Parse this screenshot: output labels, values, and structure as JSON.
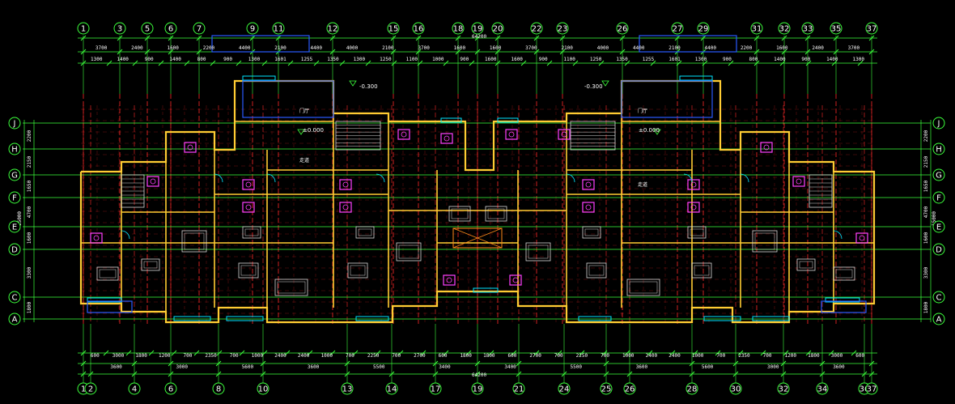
{
  "colors": {
    "background": "#000000",
    "axis_line": "#ff2a2a",
    "dimension_line": "#3cff3c",
    "wall": "#ffcc33",
    "window": "#00e5ff",
    "furniture": "#d8d8d8",
    "sanitary": "#ff40ff",
    "balcony": "#2a5bff",
    "bubble": "#3cff3c",
    "text": "#ffffff"
  },
  "grid": {
    "top_axes": [
      "1",
      "3",
      "5",
      "6",
      "7",
      "9",
      "11",
      "12",
      "15",
      "16",
      "18",
      "19",
      "20",
      "22",
      "23",
      "26",
      "27",
      "29",
      "31",
      "32",
      "33",
      "35",
      "37"
    ],
    "bottom_axes": [
      "1",
      "2",
      "4",
      "6",
      "8",
      "10",
      "13",
      "14",
      "17",
      "19",
      "21",
      "24",
      "25",
      "26",
      "28",
      "30",
      "32",
      "34",
      "36",
      "37"
    ],
    "row_axes": [
      "J",
      "H",
      "G",
      "F",
      "E",
      "D",
      "C",
      "A"
    ]
  },
  "dimensions": {
    "top_total": "64200",
    "bottom_total": "64200",
    "top_row1": [
      "3700",
      "2400",
      "1600",
      "2200",
      "4400",
      "2100",
      "4400",
      "4000",
      "2100",
      "3700",
      "1600",
      "1600",
      "3700",
      "2100",
      "4000",
      "4400",
      "2100",
      "4400",
      "2200",
      "1600",
      "2400",
      "3700"
    ],
    "top_row2": [
      "1300",
      "1400",
      "900",
      "1400",
      "800",
      "900",
      "1300",
      "1601",
      "1255",
      "1350",
      "1300",
      "1250",
      "1100",
      "1000",
      "900",
      "1600",
      "1600",
      "900",
      "1100",
      "1250",
      "1350",
      "1255",
      "1601",
      "1300",
      "900",
      "800",
      "1400",
      "900",
      "1400",
      "1300"
    ],
    "bottom_row1": [
      "600",
      "3000",
      "1800",
      "1200",
      "700",
      "2350",
      "700",
      "1000",
      "2400",
      "2400",
      "1000",
      "700",
      "2250",
      "700",
      "2700",
      "600",
      "1800",
      "1800",
      "600",
      "2700",
      "700",
      "2250",
      "700",
      "1000",
      "2400",
      "2400",
      "1000",
      "700",
      "2350",
      "700",
      "1200",
      "1800",
      "3000",
      "600"
    ],
    "bottom_row2": [
      "3600",
      "3000",
      "5600",
      "3600",
      "5500",
      "3400",
      "3400",
      "5500",
      "3600",
      "5600",
      "3000",
      "3600"
    ],
    "left_total": "15000",
    "left_segments": [
      "2200",
      "2150",
      "1650",
      "4700",
      "1600",
      "3300",
      "1800"
    ],
    "right_total": "15000",
    "right_segments": [
      "2200",
      "2150",
      "1650",
      "4700",
      "1600",
      "3300",
      "1800"
    ]
  },
  "levels": {
    "upper": "-0.300",
    "floor": "±0.000"
  },
  "rooms": {
    "hall": "门厅",
    "corridor": "走道"
  }
}
